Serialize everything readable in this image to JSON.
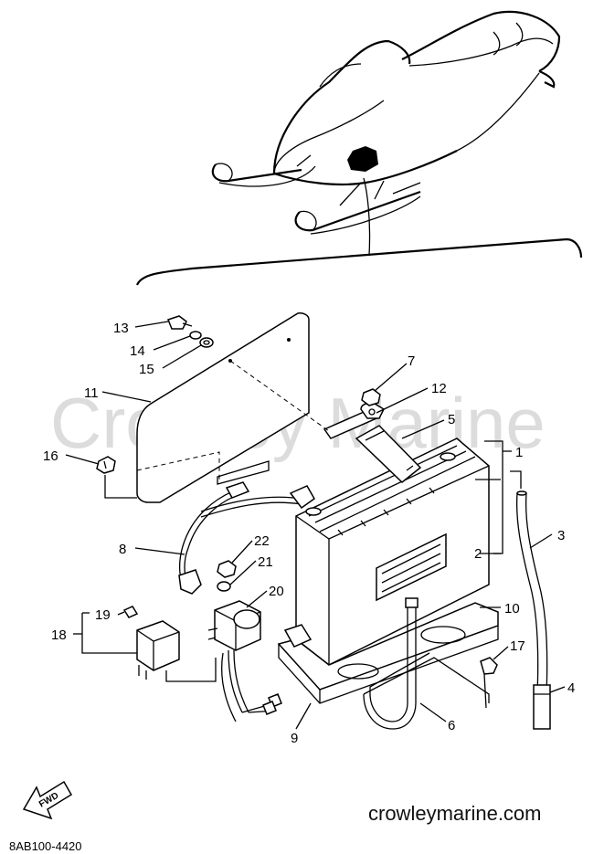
{
  "watermark": "Crowley Marine",
  "website": "crowleymarine.com",
  "diagram_code": "8AB100-4420",
  "fwd_label": "FWD",
  "callouts": {
    "c1": "1",
    "c2": "2",
    "c3": "3",
    "c4": "4",
    "c5": "5",
    "c6": "6",
    "c7": "7",
    "c8": "8",
    "c9": "9",
    "c10": "10",
    "c11": "11",
    "c12": "12",
    "c13": "13",
    "c14": "14",
    "c15": "15",
    "c16": "16",
    "c17": "17",
    "c18": "18",
    "c19": "19",
    "c20": "20",
    "c21": "21",
    "c22": "22"
  }
}
